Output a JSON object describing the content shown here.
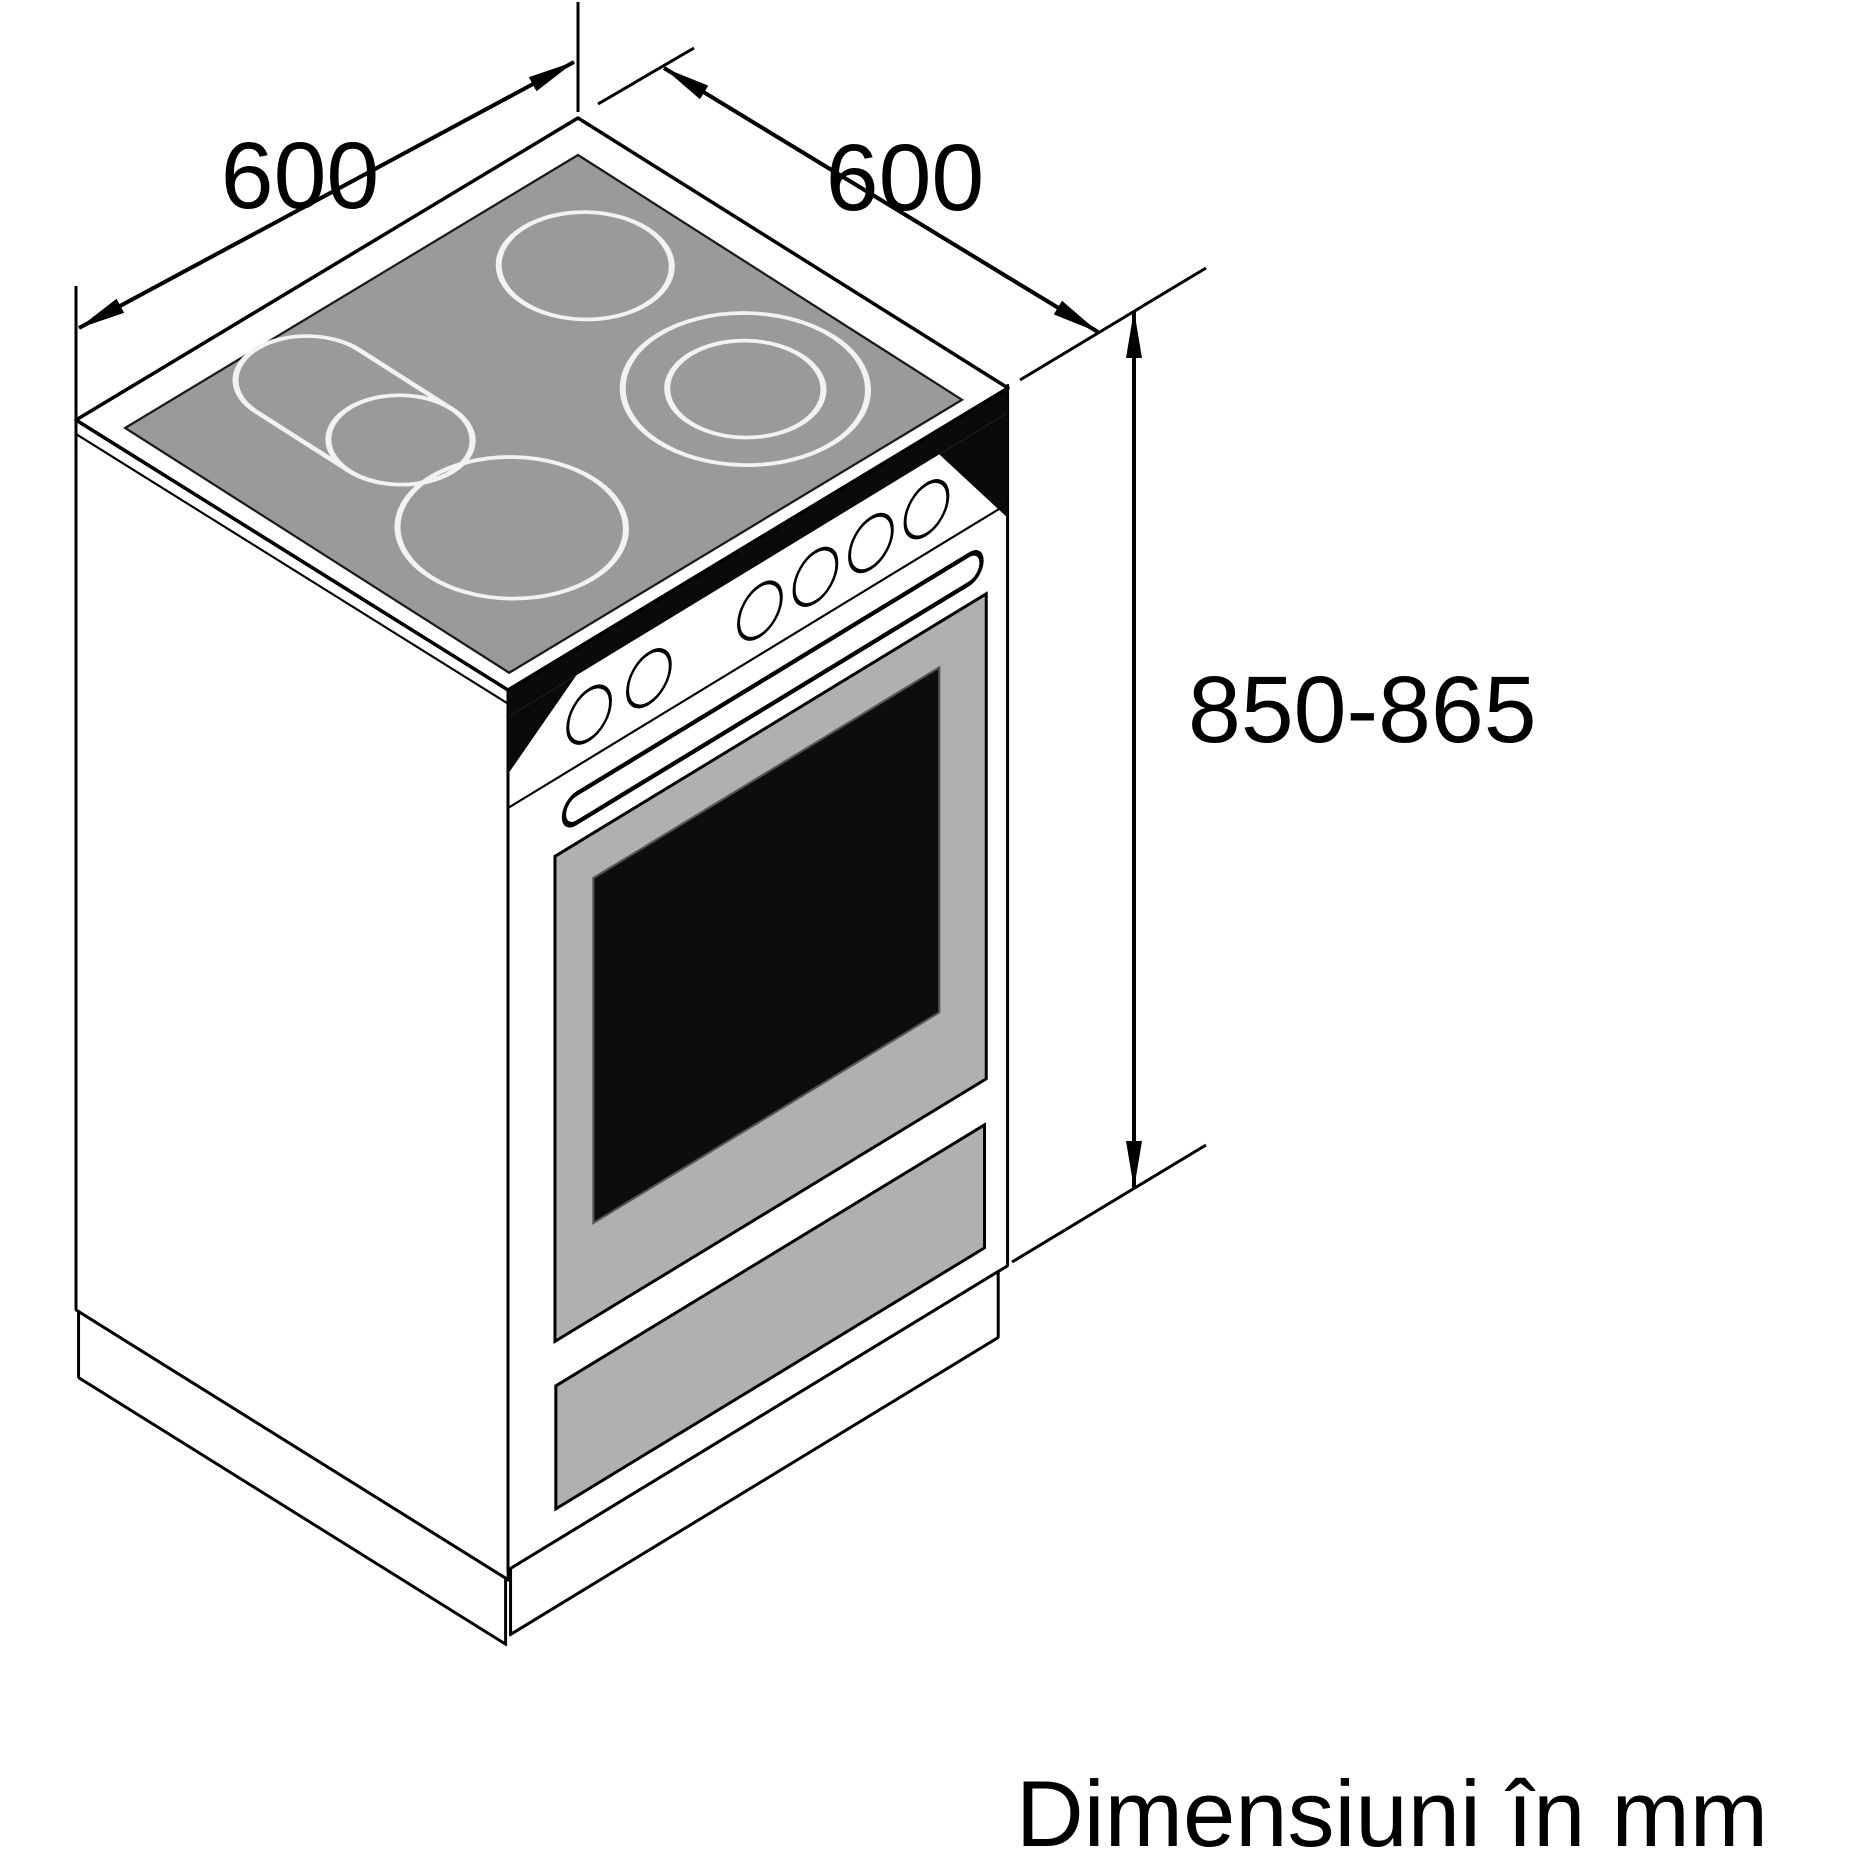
{
  "diagram": {
    "caption": "Dimensiuni în mm",
    "dimensions": {
      "width_mm": "600",
      "depth_mm": "600",
      "height_mm": "850-865"
    },
    "colors": {
      "hob_gray": "#9a9a9a",
      "door_gray": "#b0b0b0",
      "drawer_gray": "#b0b0b0",
      "window_black": "#0d0d0d",
      "line_black": "#000000"
    }
  }
}
